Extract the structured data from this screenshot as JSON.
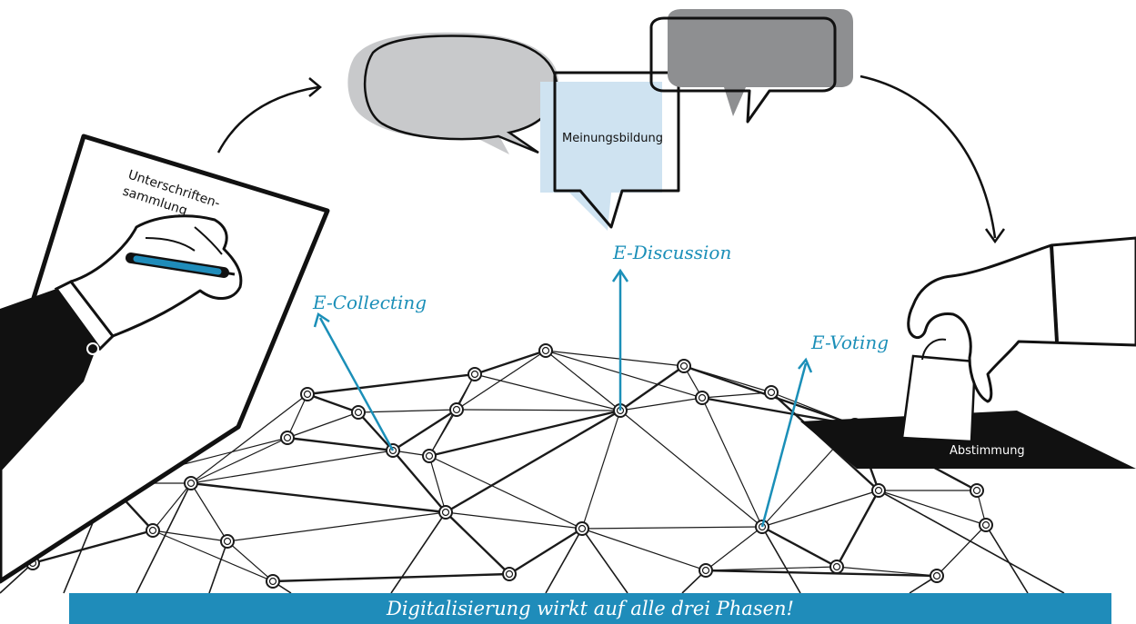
{
  "labels": {
    "signature": "Unterschriften-\nsammlung",
    "opinion": "Meinungsbildung",
    "vote": "Abstimmung",
    "e_collecting": "E-Collecting",
    "e_discussion": "E-Discussion",
    "e_voting": "E-Voting"
  },
  "banner": "Digitalisierung wirkt auf alle drei Phasen!",
  "colors": {
    "accent_blue": "#1f8cba",
    "light_blue": "#cfe3f1",
    "gray_bubble": "#c8c9cb",
    "dark_gray_bubble": "#8e8f91",
    "black": "#111111"
  }
}
